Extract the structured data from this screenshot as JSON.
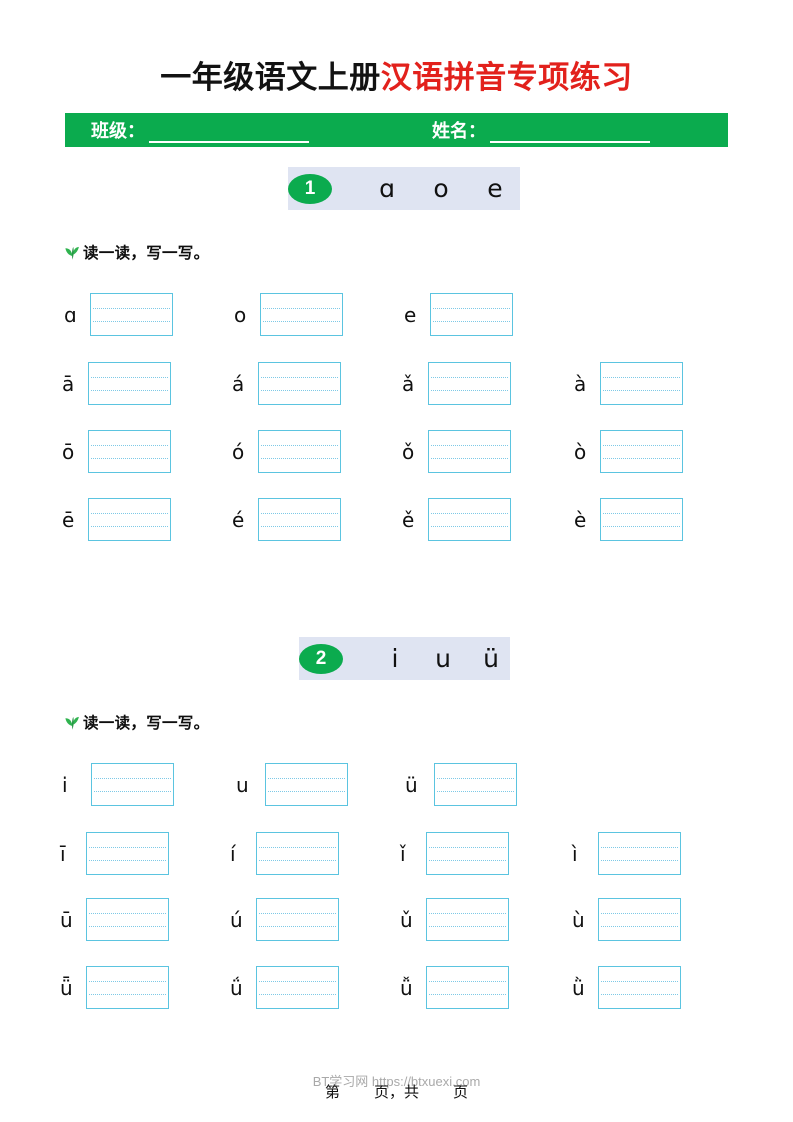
{
  "title": {
    "black_part": "一年级语文上册",
    "red_part": "汉语拼音专项练习",
    "black_color": "#121212",
    "red_color": "#e2211c"
  },
  "name_bar": {
    "background_color": "#0bab4e",
    "class_label": "班级：",
    "student_label": "姓名："
  },
  "sections": [
    {
      "number": "1",
      "letters": [
        "ɑ",
        "o",
        "e"
      ],
      "instruction": "读一读，写一写。",
      "icon": "leaf-icon",
      "rows": [
        [
          "ɑ",
          "o",
          "e"
        ],
        [
          "ā",
          "á",
          "ǎ",
          "à"
        ],
        [
          "ō",
          "ó",
          "ǒ",
          "ò"
        ],
        [
          "ē",
          "é",
          "ě",
          "è"
        ]
      ]
    },
    {
      "number": "2",
      "letters": [
        "i",
        "u",
        "ü"
      ],
      "instruction": "读一读，写一写。",
      "icon": "leaf-icon",
      "rows": [
        [
          "i",
          "u",
          "ü"
        ],
        [
          "ī",
          "í",
          "ǐ",
          "ì"
        ],
        [
          "ū",
          "ú",
          "ǔ",
          "ù"
        ],
        [
          "ǖ",
          "ǘ",
          "ǚ",
          "ǜ"
        ]
      ]
    }
  ],
  "footer": {
    "watermark": "BT学习网 https://btxuexi.com",
    "page_prefix": "第",
    "page_middle": "页，共",
    "page_suffix": "页"
  },
  "theme": {
    "green": "#0bab4e",
    "section_bg": "#dfe4f2",
    "box_border": "#5bc4e0",
    "guide_line": "#7ec9e6"
  }
}
